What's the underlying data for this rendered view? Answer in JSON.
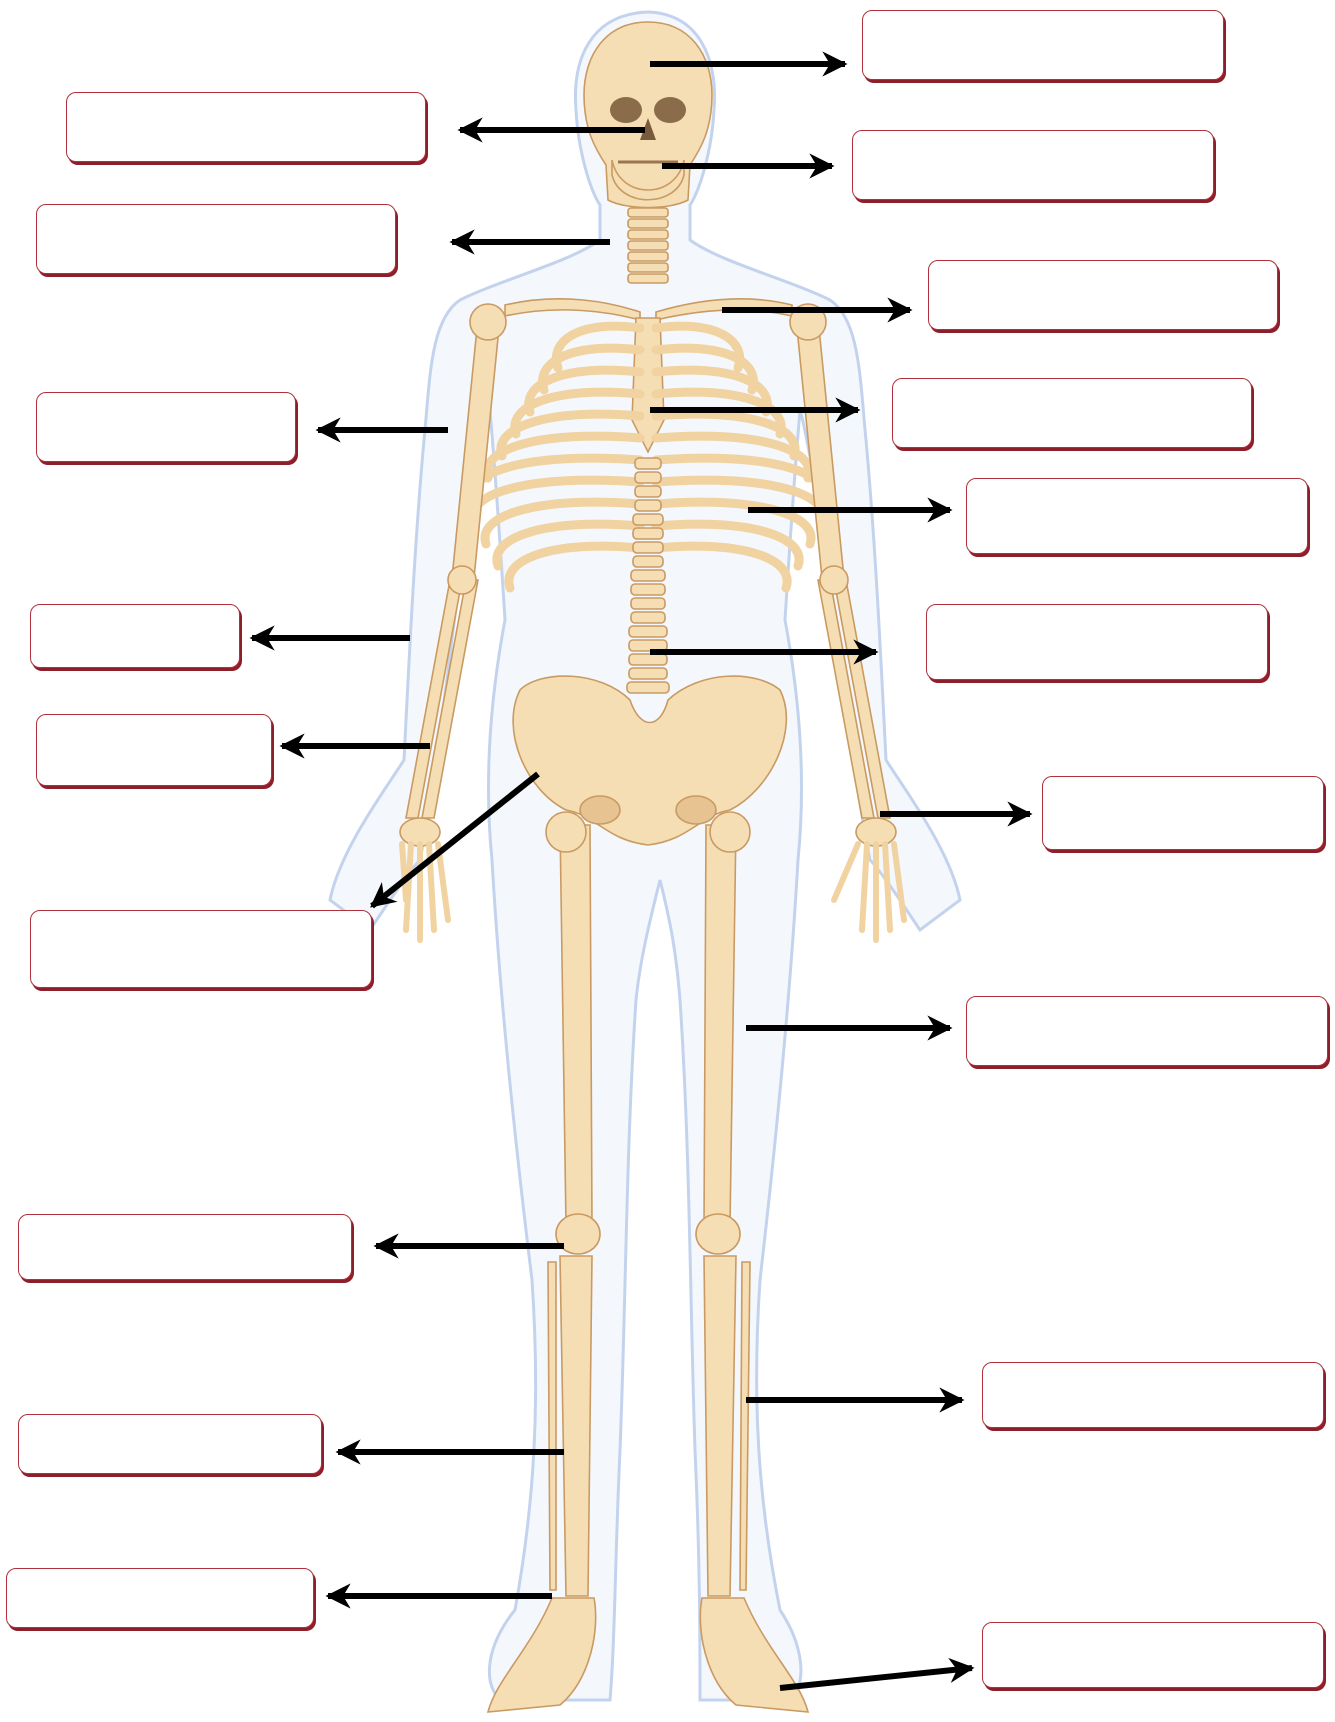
{
  "colors": {
    "bone": "#f6deb4",
    "bone_shadow": "#d9b078",
    "bone_dark": "#c48d55",
    "body_outline": "#b9ccea",
    "arrow": "#000000",
    "box_border": "#b0303c",
    "box_shadow": "#8c1f2a"
  },
  "labels": [
    {
      "name": "label-box-skull",
      "value": ""
    },
    {
      "name": "label-box-maxilla",
      "value": ""
    },
    {
      "name": "label-box-mandible",
      "value": ""
    },
    {
      "name": "label-box-cervical-vertebrae",
      "value": ""
    },
    {
      "name": "label-box-clavicle",
      "value": ""
    },
    {
      "name": "label-box-humerus",
      "value": ""
    },
    {
      "name": "label-box-sternum",
      "value": ""
    },
    {
      "name": "label-box-ribs",
      "value": ""
    },
    {
      "name": "label-box-radius",
      "value": ""
    },
    {
      "name": "label-box-spine",
      "value": ""
    },
    {
      "name": "label-box-ulna",
      "value": ""
    },
    {
      "name": "label-box-hand",
      "value": ""
    },
    {
      "name": "label-box-pelvis",
      "value": ""
    },
    {
      "name": "label-box-femur",
      "value": ""
    },
    {
      "name": "label-box-patella",
      "value": ""
    },
    {
      "name": "label-box-tibia",
      "value": ""
    },
    {
      "name": "label-box-fibula",
      "value": ""
    },
    {
      "name": "label-box-ankle",
      "value": ""
    },
    {
      "name": "label-box-foot",
      "value": ""
    }
  ]
}
